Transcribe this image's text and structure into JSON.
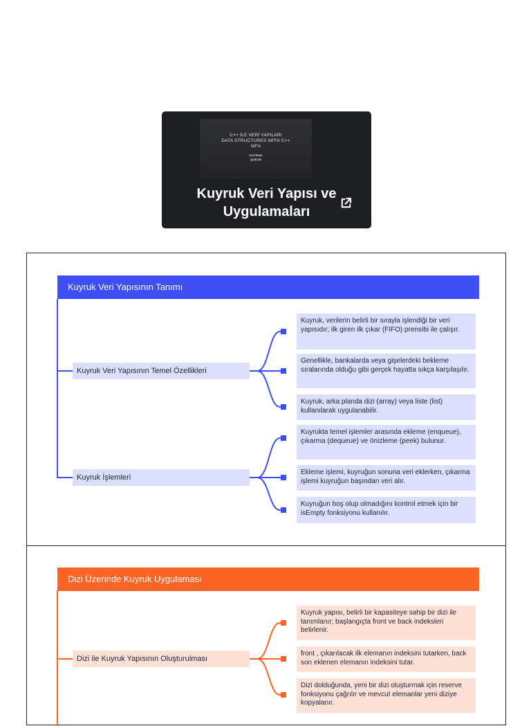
{
  "card": {
    "thumb_line1": "C++ İLE VERİ YAPILARI",
    "thumb_line2": "DATA STRUCTURES WITH C++",
    "thumb_line3": "MFA",
    "thumb_sub1": "KUYRUK",
    "thumb_sub2": "QUEUE",
    "title_line1": "Kuyruk Veri Yapısı ve",
    "title_line2": "Uygulamaları",
    "icon": "external-link-icon"
  },
  "section1": {
    "color": "#3d4ff5",
    "title": "Kuyruk Veri Yapısının Tanımı",
    "branches": [
      {
        "label": "Kuyruk Veri Yapısının Temel Özellikleri",
        "leaves": [
          "Kuyruk, verilerin belirli bir sırayla işlendiği bir veri yapısıdır; ilk giren ilk çıkar (FIFO) prensibi ile çalışır.",
          "Genellikle, bankalarda veya gişelerdeki bekleme sıralarında olduğu gibi gerçek hayatta sıkça karşılaşılır.",
          "Kuyruk, arka planda dizi (array) veya liste (list) kullanılarak uygulanabilir."
        ]
      },
      {
        "label": "Kuyruk İşlemleri",
        "leaves": [
          "Kuyrukta temel işlemler arasında ekleme (enqueue), çıkarma (dequeue) ve önizleme (peek) bulunur.",
          "Ekleme işlemi, kuyruğun sonuna veri eklerken, çıkarma işlemi kuyruğun başından veri alır.",
          "Kuyruğun boş olup olmadığını kontrol etmek için bir  isEmpty  fonksiyonu kullanılır."
        ]
      }
    ]
  },
  "section2": {
    "color": "#fb6425",
    "title": "Dizi Üzerinde Kuyruk Uygulaması",
    "branches": [
      {
        "label": "Dizi ile Kuyruk Yapısının Oluşturulması",
        "leaves": [
          "Kuyruk yapısı, belirli bir kapasiteye sahip bir dizi ile tanımlanır; başlangıçta  front  ve  back  indeksleri belirlenir.",
          " front , çıkarılacak ilk elemanın indeksini tutarken,  back  son eklenen elemanın indeksini tutar.",
          "Dizi dolduğunda, yeni bir dizi oluşturmak için  reserve  fonksiyonu çağrılır ve mevcut elemanlar yeni diziye kopyalanır."
        ]
      }
    ]
  }
}
